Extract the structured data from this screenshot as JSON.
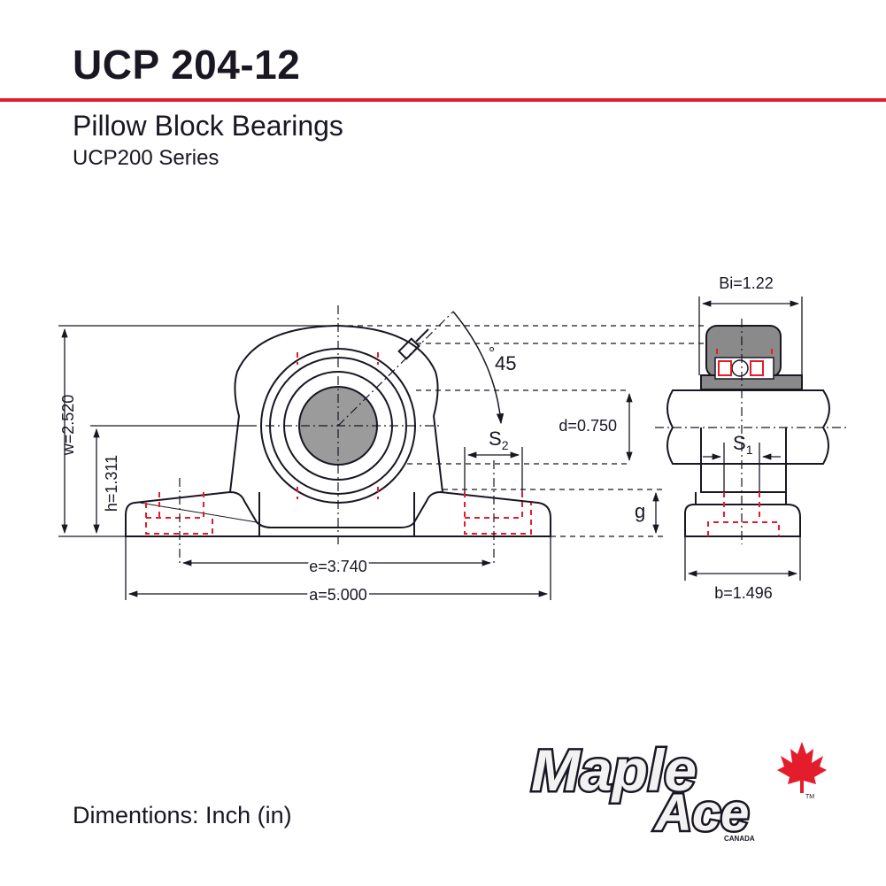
{
  "header": {
    "title": "UCP 204-12",
    "subtitle": "Pillow Block Bearings",
    "series": "UCP200 Series"
  },
  "colors": {
    "accent_rule": "#e31d2b",
    "hidden_lines": "#e31d2b",
    "outline": "#1a1622",
    "bore_fill": "#9b9b9b",
    "insert_fill": "#8a8a8a"
  },
  "dimensions": {
    "w": "w=2.520",
    "h": "h=1.311",
    "e": "e=3.740",
    "a": "a=5.000",
    "angle": "45",
    "s2": "S",
    "s2_sub": "2",
    "bi": "Bi=1.22",
    "d": "d=0.750",
    "s1": "S",
    "s1_sub": "1",
    "g": "g",
    "b": "b=1.496"
  },
  "footer": {
    "units_note": "Dimentions: Inch (in)"
  },
  "logo": {
    "line1": "Maple",
    "line2": "Ace",
    "country": "CANADA",
    "tm": "TM",
    "icon": "maple-leaf-icon"
  }
}
